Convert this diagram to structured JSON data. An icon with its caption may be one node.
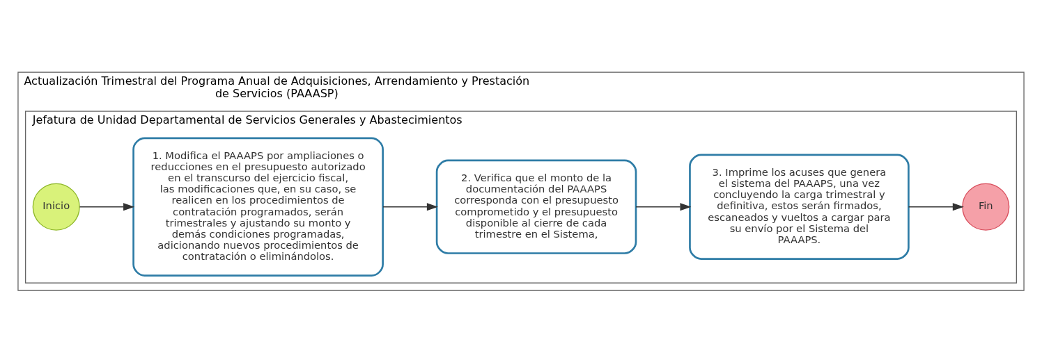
{
  "diagram": {
    "nodes": [
      {
        "text": [
          "Actualización Trimestral del Programa Anual de Adquisiciones, Arrendamiento y Prestación de Servicios (PAAASP)"
        ]
      },
      {
        "text": [
          "Jefatura de Unidad Departamental de Servicios Generales y Abastecimientos"
        ],
        "in": 0
      },
      {
        "text": [
          "Inicio"
        ],
        "in": 1
      },
      {
        "text": [
          "1. Modifica el PAAAPS por ampliaciones o reducciones en el presupuesto autorizado en el transcurso del ejercicio fiscal, las modificaciones que, en su caso, se realicen en los procedimientos de contratación programados, serán trimestrales y ajustando su monto y demás condiciones programadas, adicionando nuevos procedimientos de contratación o eliminándolos."
        ],
        "in": 1
      },
      {
        "text": [
          "2. Verifica que el monto de la documentación del PAAAPS corresponda con el presupuesto comprometido y el presupuesto disponible al cierre de cada trimestre en el Sistema,"
        ],
        "in": 1
      },
      {
        "text": [
          "3. Imprime los acuses que genera el sistema del PAAAPS, una vez concluyendo la carga trimestral y definitiva, estos serán firmados, escaneados y vueltos a cargar para su envío por el Sistema del PAAAPS."
        ],
        "in": 1
      },
      {
        "text": [
          "Fin"
        ],
        "in": 1
      }
    ],
    "edges": [
      {
        "from": 2,
        "to": 3,
        "arrow": "to"
      },
      {
        "from": 3,
        "to": 4,
        "arrow": "to"
      },
      {
        "from": 4,
        "to": 5,
        "arrow": "to"
      },
      {
        "from": 5,
        "to": 6,
        "arrow": "to"
      }
    ]
  }
}
